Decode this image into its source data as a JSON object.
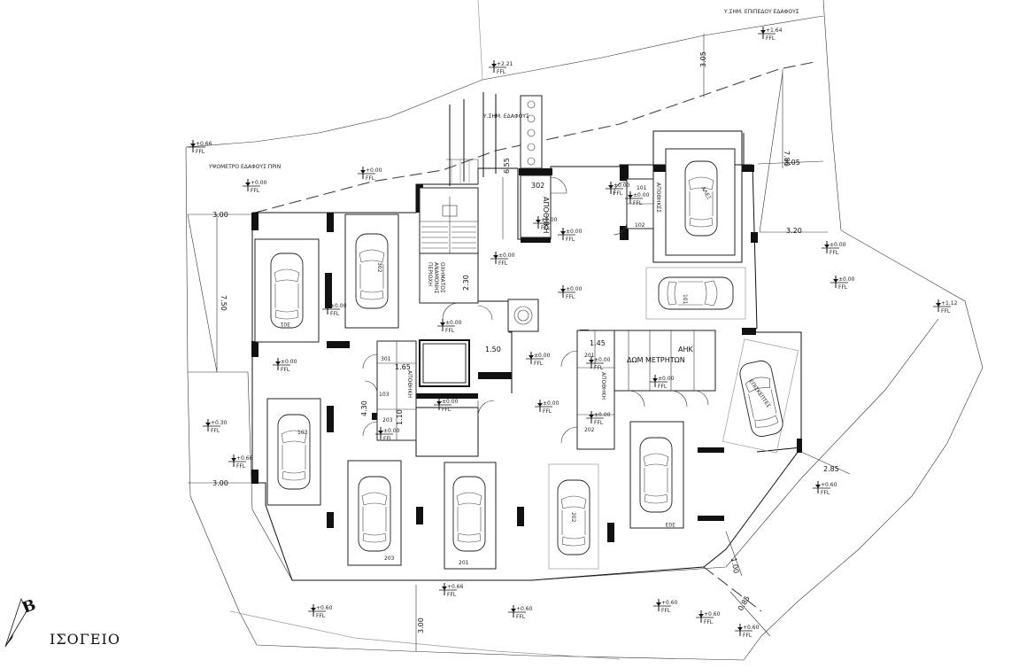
{
  "title": "ΙΣΟΓΕΙΟ",
  "north_letter": "B",
  "rooms": {
    "storage_302": "302",
    "storage_302_label": "ΑΠΟΘΗΚΗ",
    "storage_101": "101",
    "storage_102": "102",
    "storage_101_label": "ΑΠΟΘΗΚΕΣ",
    "storage_301": "301",
    "storage_103": "103",
    "storage_203": "203",
    "storage_west_label": "ΑΠΟΘΗΚΗ",
    "storage_201": "201",
    "storage_202": "202",
    "storage_east_label": "ΑΠΟΘΗΚΗ",
    "waste_line1": "ΠΕΡΙΟΧΗ",
    "waste_line2": "ΑΝΑΜΟΝΗΣ",
    "waste_line3": "ΟΧΗΜΑΤΟΣ",
    "meters_line1": "ΑΗΚ",
    "meters_line2": "ΔΩΜ ΜΕΤΡΗΤΩΝ",
    "visitors": "ΕΠΙΣΚΕΠΤΕΣ"
  },
  "parking": {
    "space_302": "302",
    "space_301": "301",
    "space_303_top": "ΑΛΕΞ",
    "space_101": "101",
    "space_103": "103",
    "space_203": "203",
    "space_201": "201",
    "space_202": "202",
    "space_303": "303"
  },
  "dimensions": {
    "d_305_top": "3.05",
    "d_780": "7.80",
    "d_305_right": "3.05",
    "d_320": "3.20",
    "d_300_left": "3.00",
    "d_750": "7.50",
    "d_300_left_low": "3.00",
    "d_655": "6.55",
    "d_230": "2.30",
    "d_150": "1.50",
    "d_165": "1.65",
    "d_145": "1.45",
    "d_285": "2.85",
    "d_100": "1.00",
    "d_085": "0.85",
    "d_300_bottom": "3.00",
    "d_430": "4.30",
    "d_110": "1.10"
  },
  "levels": {
    "lvl_a": "+2.21",
    "lvl_b": "+1.64",
    "lvl_c": "+0.66",
    "lvl_d": "+0.00",
    "lvl_e": "±0.00",
    "lvl_f": "+0.60",
    "lvl_g": "+0.30",
    "lvl_h": "+1.12",
    "fl": "FFL"
  },
  "legend": {
    "top_right": "Υ.ΣΗΜ. ΕΠΙΠΕΔΟΥ ΕΔΑΦΟΥΣ",
    "left": "ΥΨΟΜΕΤΡΟ ΕΔΑΦΟΥΣ ΠΡΙΝ",
    "center": "Υ.ΣΗΜ. ΕΔΑΦΟΥΣ"
  }
}
